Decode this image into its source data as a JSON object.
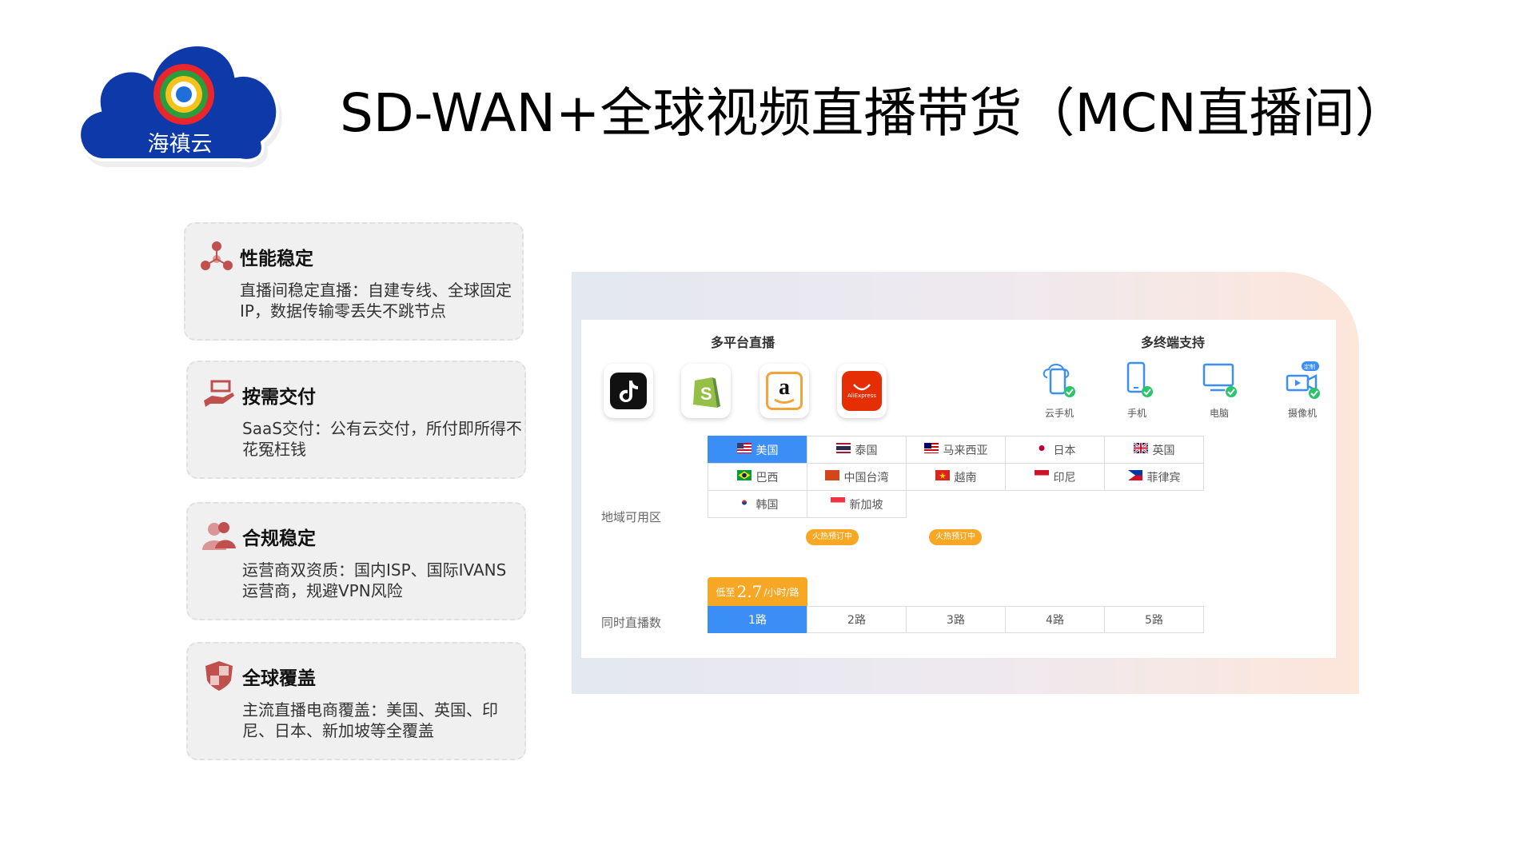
{
  "logo": {
    "text": "海禛云"
  },
  "title": "SD-WAN+全球视频直播带货（MCN直播间）",
  "features": [
    {
      "title": "性能稳定",
      "desc": "直播间稳定直播：自建专线、全球固定IP，数据传输零丢失不跳节点",
      "icon": "network-nodes-icon"
    },
    {
      "title": "按需交付",
      "desc": "SaaS交付：公有云交付，所付即所得不花冤枉钱",
      "icon": "hand-delivery-icon"
    },
    {
      "title": "合规稳定",
      "desc": "运营商双资质：国内ISP、国际IVANS运营商，规避VPN风险",
      "icon": "users-icon"
    },
    {
      "title": "全球覆盖",
      "desc": "主流直播电商覆盖：美国、英国、印尼、日本、新加坡等全覆盖",
      "icon": "shield-icon"
    }
  ],
  "panel": {
    "platform_title": "多平台直播",
    "terminal_title": "多终端支持",
    "platforms": [
      {
        "name": "tiktok-icon"
      },
      {
        "name": "shopify-icon"
      },
      {
        "name": "amazon-icon"
      },
      {
        "name": "aliexpress-icon",
        "label": "AliExpress"
      }
    ],
    "devices": [
      {
        "label": "云手机",
        "icon": "cloud-phone-icon"
      },
      {
        "label": "手机",
        "icon": "phone-icon"
      },
      {
        "label": "电脑",
        "icon": "monitor-icon"
      },
      {
        "label": "摄像机",
        "icon": "camera-icon",
        "badge": "定制"
      }
    ],
    "region_label": "地域可用区",
    "regions": [
      {
        "name": "美国",
        "flag": "us",
        "active": true
      },
      {
        "name": "泰国",
        "flag": "th"
      },
      {
        "name": "马来西亚",
        "flag": "my"
      },
      {
        "name": "日本",
        "flag": "jp"
      },
      {
        "name": "英国",
        "flag": "uk"
      },
      {
        "name": "巴西",
        "flag": "br"
      },
      {
        "name": "中国台湾",
        "flag": "tw"
      },
      {
        "name": "越南",
        "flag": "vn"
      },
      {
        "name": "印尼",
        "flag": "id"
      },
      {
        "name": "菲律宾",
        "flag": "ph"
      },
      {
        "name": "韩国",
        "flag": "kr"
      },
      {
        "name": "新加坡",
        "flag": "sg"
      }
    ],
    "hot_badge": "火热预订中",
    "price": {
      "prefix": "低至",
      "value": "2.7",
      "unit": "/小时/路"
    },
    "stream_label": "同时直播数",
    "streams": [
      "1路",
      "2路",
      "3路",
      "4路",
      "5路"
    ]
  },
  "colors": {
    "logo_blue": "#0d3aa8",
    "accent_blue": "#3a8ef6",
    "orange": "#f6a724"
  }
}
